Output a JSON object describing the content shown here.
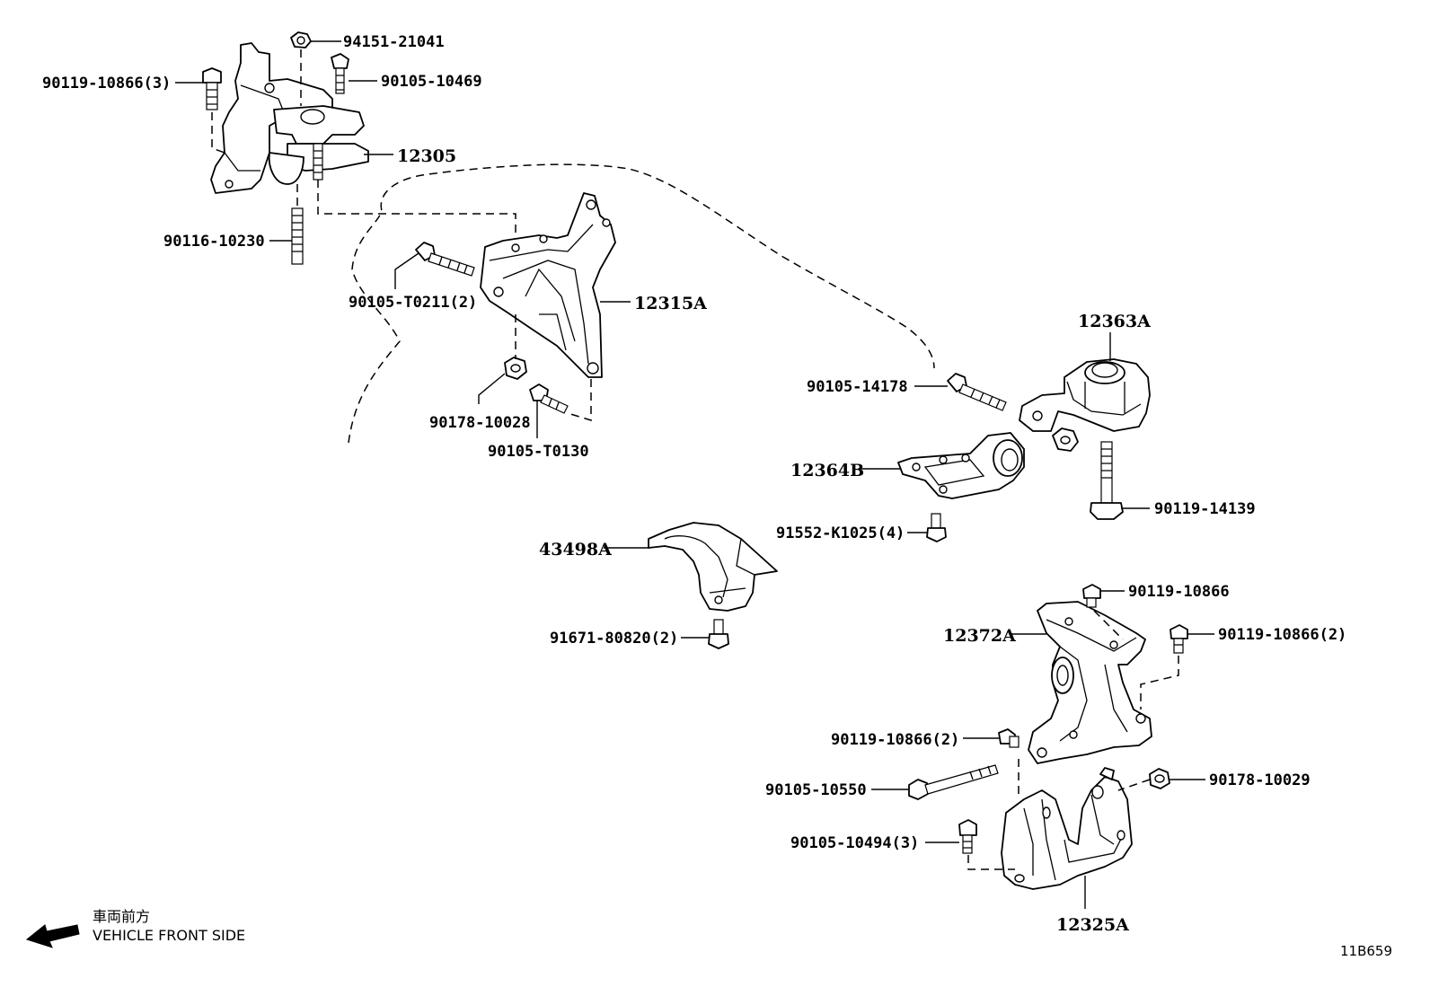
{
  "diagram": {
    "figure_id": "11B659",
    "direction": {
      "label_jp": "車両前方",
      "label_en": "VEHICLE FRONT SIDE"
    },
    "parts": {
      "p94151_21041": "94151-21041",
      "p90119_10866_3_top": "90119-10866(3)",
      "p90105_10469": "90105-10469",
      "p12305": "12305",
      "p90116_10230": "90116-10230",
      "p90105_T0211": "90105-T0211(2)",
      "p12315A": "12315A",
      "p90178_10028": "90178-10028",
      "p90105_T0130": "90105-T0130",
      "p12363A": "12363A",
      "p90105_14178": "90105-14178",
      "p12364B": "12364B",
      "p90119_14139": "90119-14139",
      "p91552_K1025": "91552-K1025(4)",
      "p43498A": "43498A",
      "p91671_80820": "91671-80820(2)",
      "p90119_10866_a": "90119-10866",
      "p12372A": "12372A",
      "p90119_10866_2_right": "90119-10866(2)",
      "p90119_10866_2_left": "90119-10866(2)",
      "p90105_10550": "90105-10550",
      "p90178_10029": "90178-10029",
      "p90105_10494": "90105-10494(3)",
      "p12325A": "12325A"
    }
  }
}
